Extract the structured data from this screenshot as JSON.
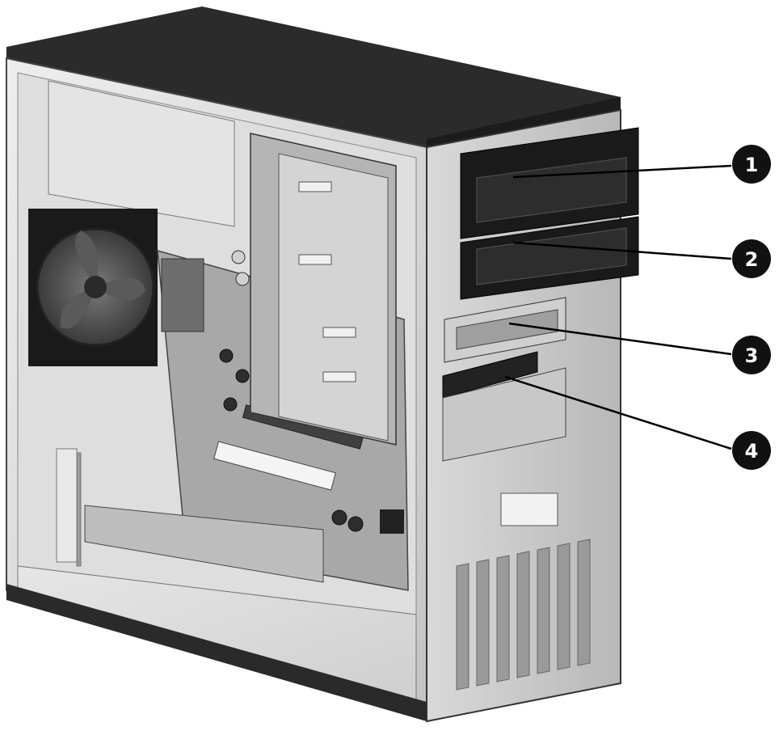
{
  "callouts": [
    {
      "id": 1,
      "label": "1"
    },
    {
      "id": 2,
      "label": "2"
    },
    {
      "id": 3,
      "label": "3"
    },
    {
      "id": 4,
      "label": "4"
    }
  ],
  "colors": {
    "case_top": "#2b2b2b",
    "case_frame": "#c9c9c9",
    "interior": "#d8d8d8",
    "drive_black": "#1a1a1a",
    "callout_fill": "#111111",
    "leader_line": "#000000"
  },
  "icons": [
    "fan-icon",
    "motherboard-icon",
    "optical-drive-icon",
    "drive-bay-icon"
  ]
}
